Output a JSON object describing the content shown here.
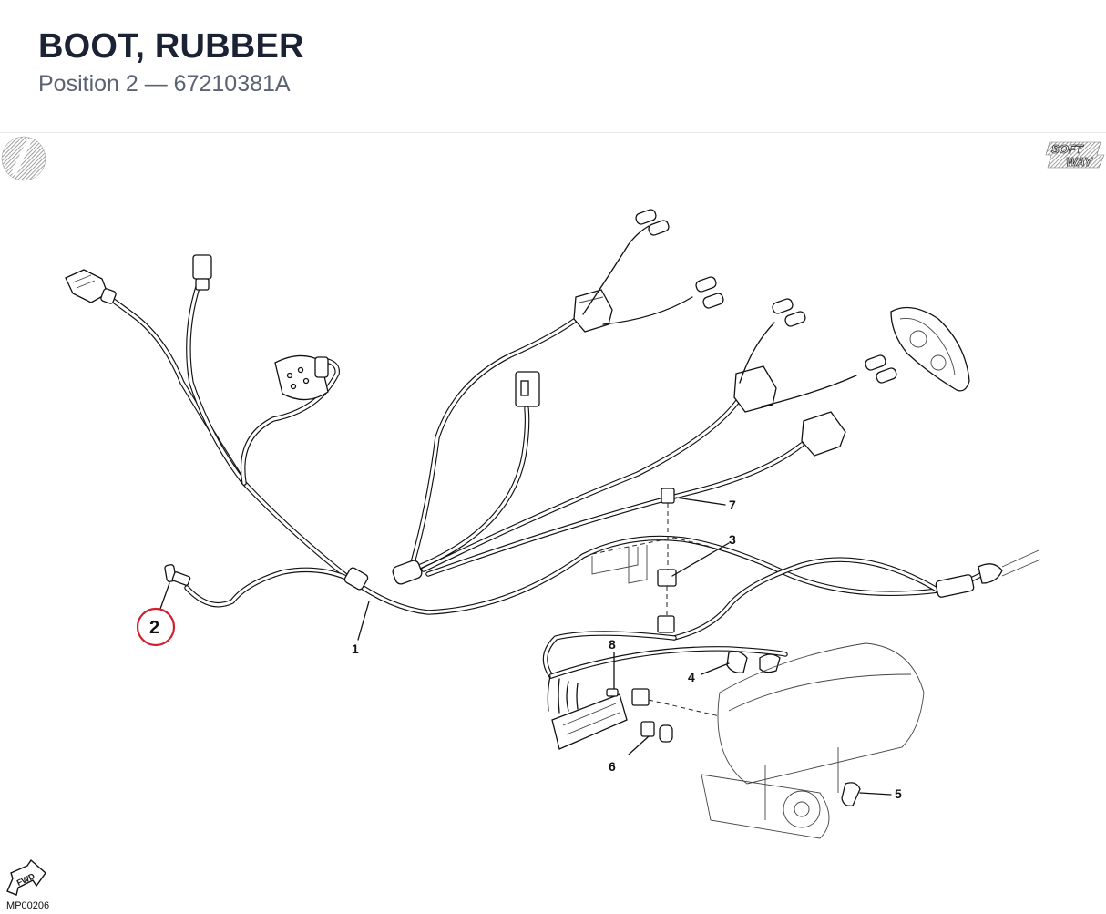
{
  "header": {
    "title": "BOOT, RUBBER",
    "subtitle": "Position 2 — 67210381A"
  },
  "diagram": {
    "reference_code": "IMP00206",
    "brand_logo": {
      "line1": "SOFT",
      "line2": "WAY"
    },
    "fwd_arrow_label": "FWD",
    "highlight_color": "#d0202e",
    "callouts": [
      {
        "id": "1",
        "label": "1"
      },
      {
        "id": "2",
        "label": "2",
        "highlighted": true
      },
      {
        "id": "3",
        "label": "3"
      },
      {
        "id": "4",
        "label": "4"
      },
      {
        "id": "5",
        "label": "5"
      },
      {
        "id": "6",
        "label": "6"
      },
      {
        "id": "7",
        "label": "7"
      },
      {
        "id": "8",
        "label": "8"
      }
    ]
  }
}
